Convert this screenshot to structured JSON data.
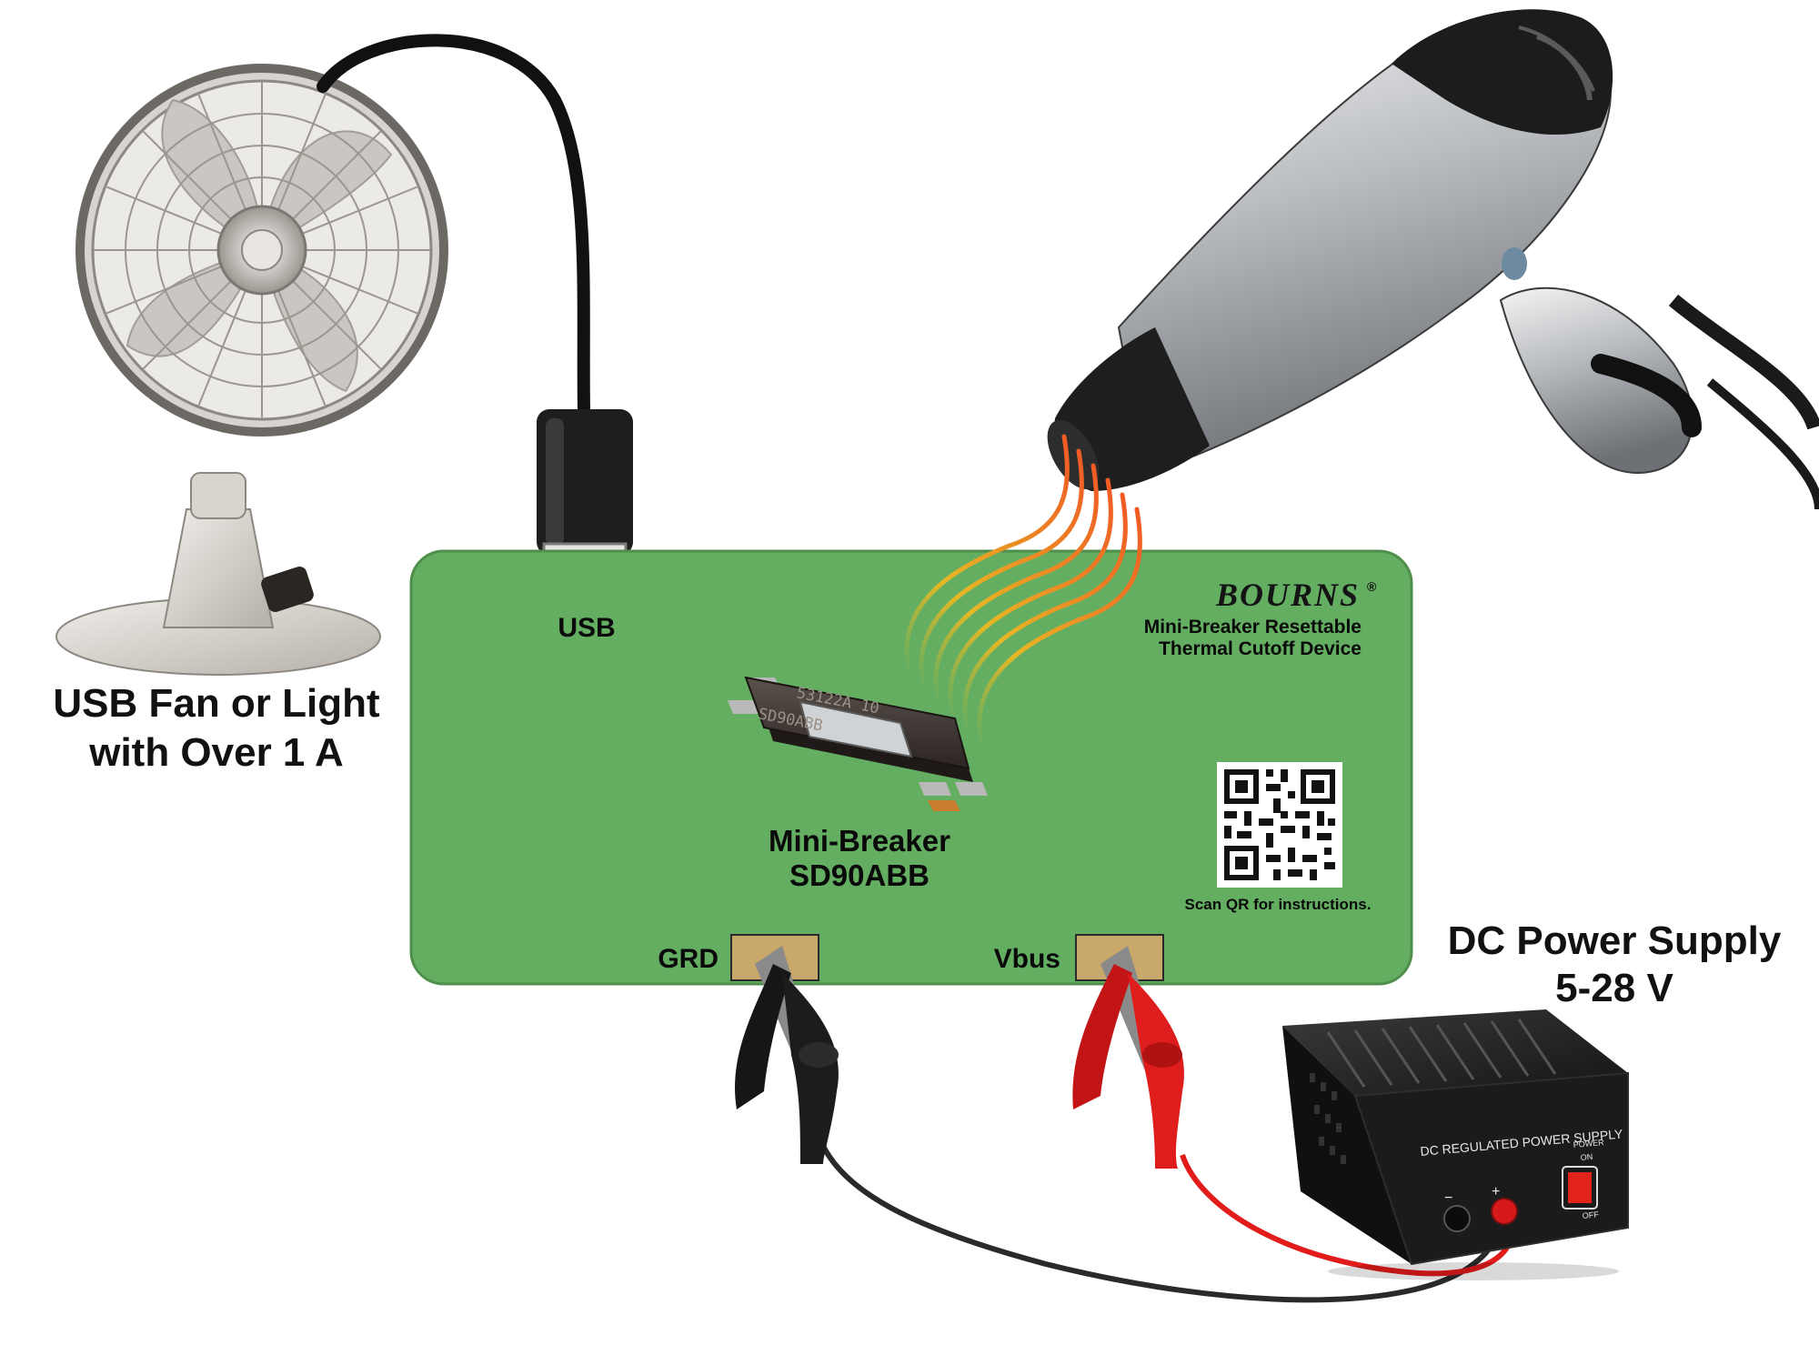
{
  "labels": {
    "fan_title_line1": "USB Fan or Light",
    "fan_title_line2": "with Over 1 A",
    "usb_label": "USB",
    "breaker_name": "Mini-Breaker",
    "breaker_part": "SD90ABB",
    "grd_label": "GRD",
    "vbus_label": "Vbus",
    "psu_title_line1": "DC Power Supply",
    "psu_title_line2": "5-28 V"
  },
  "board": {
    "brand": "BOURNS",
    "registered": "®",
    "device_line1": "Mini-Breaker Resettable",
    "device_line2": "Thermal Cutoff Device",
    "qr_caption": "Scan QR for instructions.",
    "color": "#64ae62"
  },
  "chip": {
    "marking_top": "53122A 10",
    "marking_bottom": "SD90ABB"
  },
  "power_supply": {
    "panel_title": "DC REGULATED POWER SUPPLY",
    "switch_power": "POWER",
    "switch_on": "ON",
    "switch_off": "OFF",
    "minus": "−",
    "plus": "+"
  },
  "colors": {
    "heat_wave_start": "#e6b825",
    "heat_wave_end": "#f05a24",
    "lead_black": "#2a2a2a",
    "lead_red": "#e21b1b",
    "pad_gold": "#c9a96b"
  }
}
